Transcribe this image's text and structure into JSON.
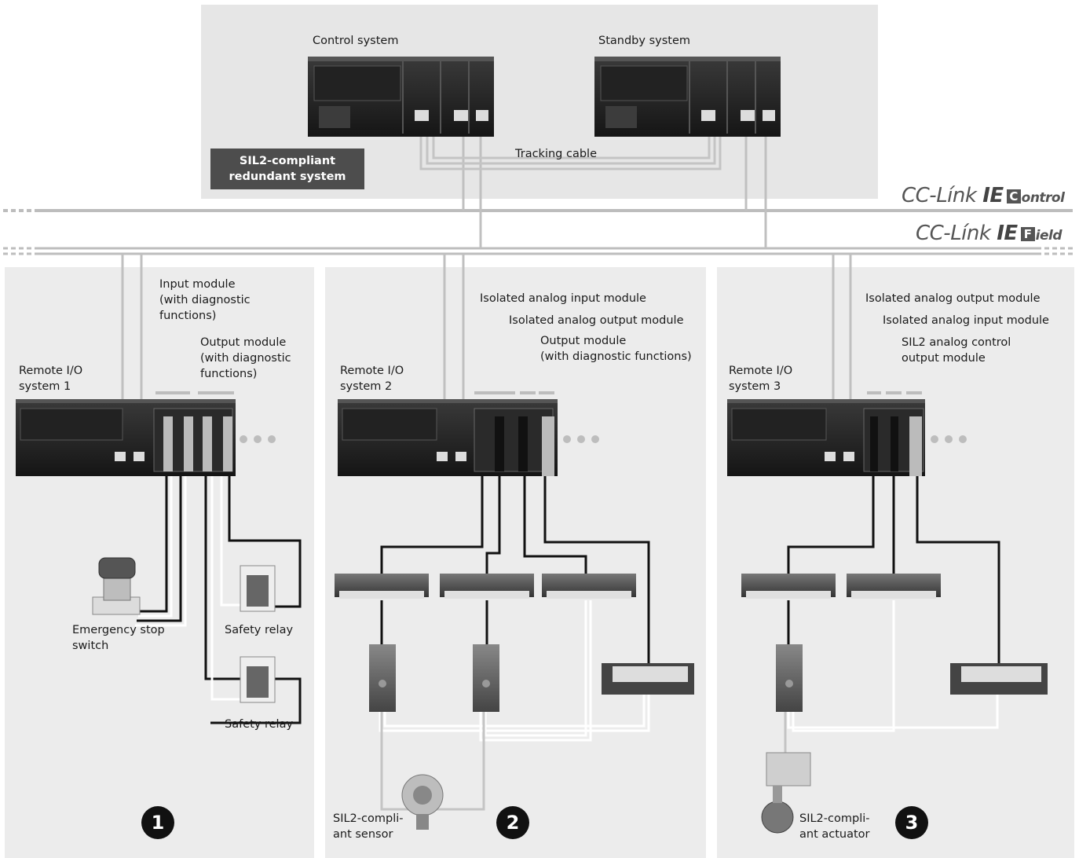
{
  "redundant": {
    "control_label": "Control system",
    "standby_label": "Standby system",
    "tracking_label": "Tracking cable",
    "badge": "SIL2-compliant\nredundant system"
  },
  "networks": {
    "control": {
      "main": "CC-Línk",
      "ie": "IE",
      "letter": "C",
      "suffix": "ontrol"
    },
    "field": {
      "main": "CC-Línk",
      "ie": "IE",
      "letter": "F",
      "suffix": "ield"
    }
  },
  "system1": {
    "title": "Remote I/O\nsystem 1",
    "input_module": "Input module\n(with diagnostic\nfunctions)",
    "output_module": "Output module\n(with diagnostic\nfunctions)",
    "emergency_stop": "Emergency stop\nswitch",
    "safety_relay_1": "Safety relay",
    "safety_relay_2": "Safety relay",
    "number": "1"
  },
  "system2": {
    "title": "Remote I/O\nsystem 2",
    "module_a": "Isolated analog input module",
    "module_b": "Isolated analog output module",
    "module_c": "Output module\n(with diagnostic functions)",
    "sensor": "SIL2-compli-\nant sensor",
    "number": "2"
  },
  "system3": {
    "title": "Remote I/O\nsystem 3",
    "module_a": "Isolated analog output module",
    "module_b": "Isolated analog input module",
    "module_c": "SIL2 analog control\noutput module",
    "actuator": "SIL2-compli-\nant actuator",
    "number": "3"
  },
  "colors": {
    "panel": "#ececec",
    "top_panel": "#e6e6e6",
    "network_line": "#bdbdbd",
    "cable_dark": "#111111",
    "badge": "#4d4d4d"
  }
}
